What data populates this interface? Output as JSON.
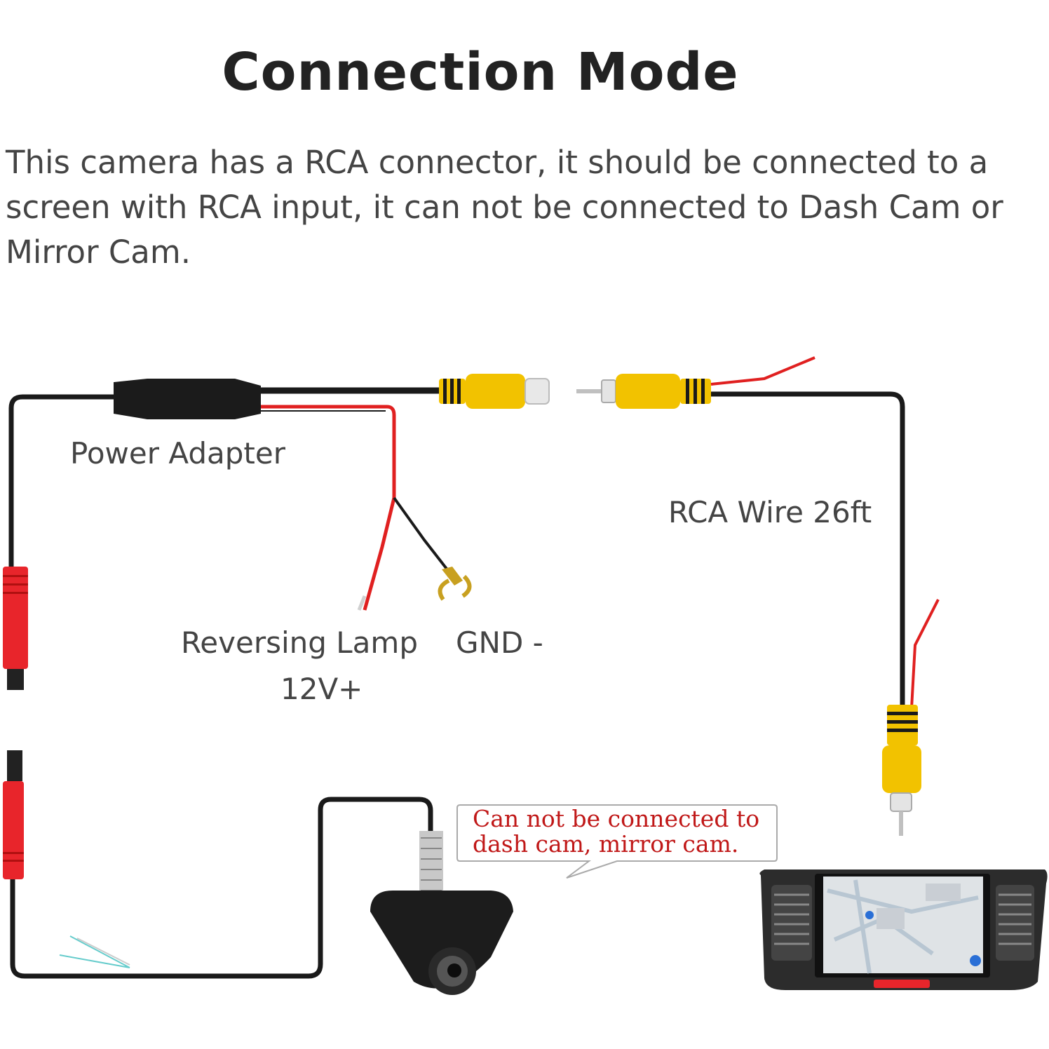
{
  "title": "Connection Mode",
  "description": "This camera has a RCA connector, it should be connected to a screen with RCA input, it can not be connected to Dash Cam or Mirror Cam.",
  "labels": {
    "power_adapter": "Power Adapter",
    "rca_wire": "RCA Wire 26ft",
    "reversing_lamp_line1": "Reversing Lamp",
    "reversing_lamp_line2": "12V+",
    "gnd": "GND -"
  },
  "callout": {
    "line1": "Can not be connected to",
    "line2": "dash cam, mirror cam."
  },
  "colors": {
    "wire_black": "#1a1a1a",
    "wire_red": "#e02020",
    "rca_yellow": "#f2c200",
    "connector_red": "#e8252b",
    "callout_text": "#c01818"
  }
}
